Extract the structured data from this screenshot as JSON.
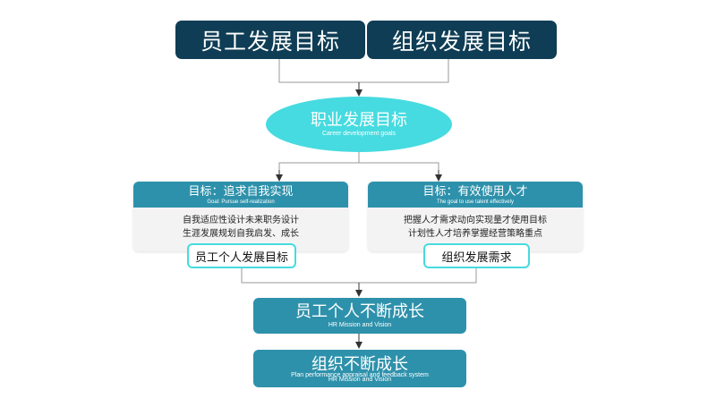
{
  "top_goals": {
    "employee": "员工发展目标",
    "organization": "组织发展目标"
  },
  "career": {
    "title": "职业发展目标",
    "subtitle": "Career development goals"
  },
  "left_panel": {
    "title": "目标：追求自我实现",
    "subtitle": "Goal: Pursue self-realization",
    "line1": "自我适应性设计未来职务设计",
    "line2": "生涯发展规划自我启发、成长",
    "pill": "员工个人发展目标"
  },
  "right_panel": {
    "title": "目标：有效使用人才",
    "subtitle": "The goal to use talent effectively",
    "line1": "把握人才需求动向实现量才使用目标",
    "line2": "计划性人才培养掌握经营策略重点",
    "pill": "组织发展需求"
  },
  "growth_personal": {
    "title": "员工个人不断成长",
    "subtitle": "HR Mission and Vision"
  },
  "growth_org": {
    "title": "组织不断成长",
    "subtitle": "Plan performance appraisal and feedback system",
    "subtitle2": "HR Mission and Vision"
  },
  "colors": {
    "navy": "#0f3d55",
    "teal": "#2e91ab",
    "cyan": "#46dbe0"
  }
}
